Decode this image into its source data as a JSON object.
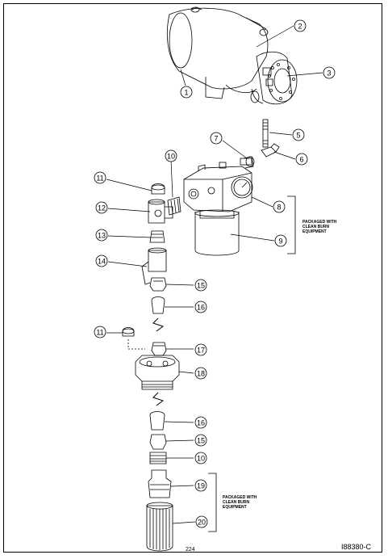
{
  "callouts": [
    "1",
    "2",
    "3",
    "5",
    "6",
    "7",
    "8",
    "9",
    "10",
    "11",
    "12",
    "13",
    "14",
    "15",
    "16",
    "11",
    "17",
    "18",
    "16",
    "15",
    "10",
    "19",
    "20"
  ],
  "notes": {
    "upper": "PACKAGED WITH\nCLEAN BURN\nEQUIPMENT",
    "lower": "PACKAGED WITH\nCLEAN BURN\nEQUIPMENT"
  },
  "footer": {
    "page_number": "224",
    "figure_id": "I88380-C"
  },
  "colors": {
    "line": "#000000",
    "fill": "#ffffff"
  }
}
